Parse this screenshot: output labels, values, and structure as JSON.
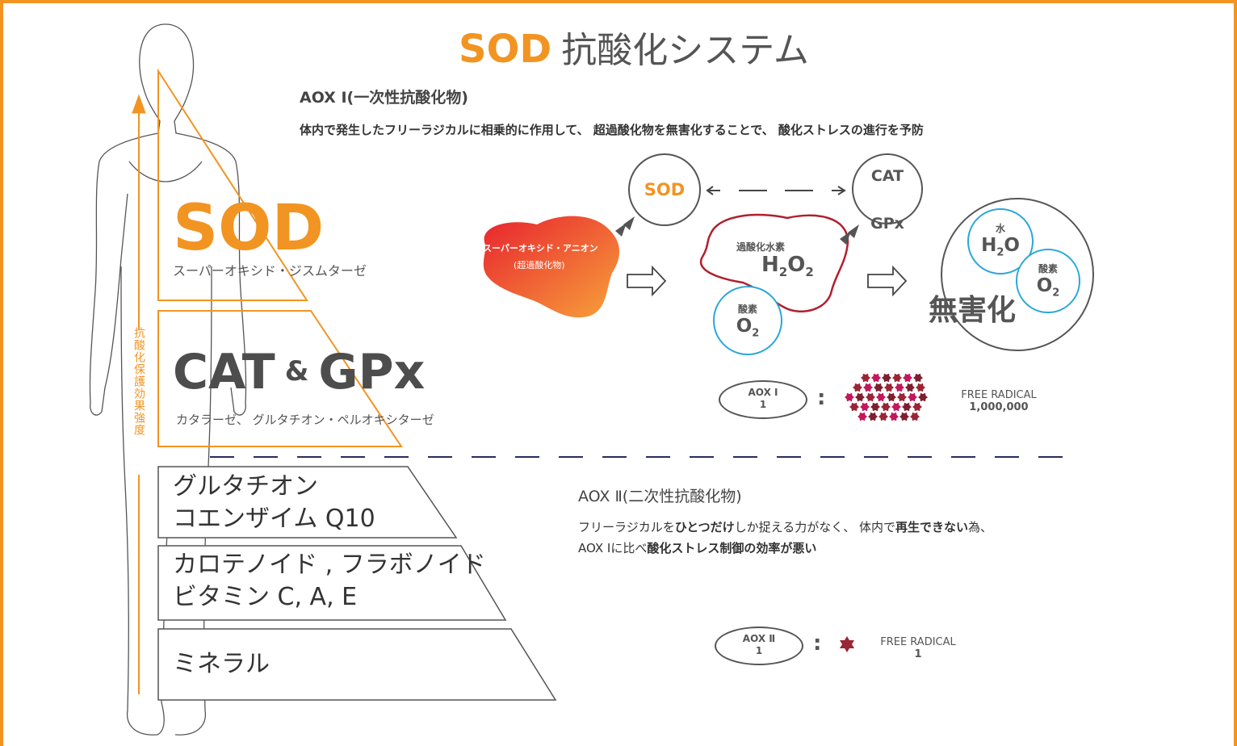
{
  "title": {
    "main": "SOD",
    "rest": "抗酸化システム"
  },
  "aox1": {
    "heading": "AOX Ⅰ(一次性抗酸化物)",
    "description": "体内で発生したフリーラジカルに相乗的に作用して、 超過酸化物を無害化することで、 酸化ストレスの進行を予防"
  },
  "pyramid": {
    "sod_label": "SOD",
    "sod_sub": "スーパーオキシド・ジスムターゼ",
    "cat_label_1": "CAT",
    "cat_amp": "&",
    "cat_label_2": "GPx",
    "cat_sub": "カタラーゼ、 グルタチオン・ペルオキシターゼ",
    "tier3_line1": "グルタチオン",
    "tier3_line2": "コエンザイム Q10",
    "tier4_line1": "カロテノイド , フラボノイド",
    "tier4_line2": "ビタミン C, A, E",
    "tier5": "ミネラル"
  },
  "axis_label": "抗酸化保護効果強度",
  "reaction": {
    "superoxide_line1": "スーパーオキシド・アニオン",
    "superoxide_line2": "(超過酸化物)",
    "sod_node": "SOD",
    "cat_node_1": "CAT",
    "cat_node_2": "GPx",
    "h2o2_label": "過酸化水素",
    "o2_label": "酸素",
    "water_label": "水",
    "harmless": "無害化"
  },
  "ratio1": {
    "pill_line1": "AOX Ⅰ",
    "pill_line2": "1",
    "colon": ":",
    "fr_label": "FREE RADICAL",
    "fr_count": "1,000,000"
  },
  "aox2": {
    "heading": "AOX Ⅱ(二次性抗酸化物)",
    "line1_a": "フリーラジカルを",
    "line1_b": "ひとつだけ",
    "line1_c": "しか捉える力がなく、 体内で",
    "line1_d": "再生できない",
    "line1_e": "為、",
    "line2_a": "AOX Ⅰに比べ",
    "line2_b": "酸化ストレス制御の効率が悪い"
  },
  "ratio2": {
    "pill_line1": "AOX Ⅱ",
    "pill_line2": "1",
    "colon": ":",
    "fr_label": "FREE RADICAL",
    "fr_count": "1"
  },
  "colors": {
    "accent": "#F29422",
    "dark": "#4d4d4d",
    "blue": "#2aa7d7",
    "crimson": "#B0202E",
    "navy": "#2b2b5e"
  }
}
